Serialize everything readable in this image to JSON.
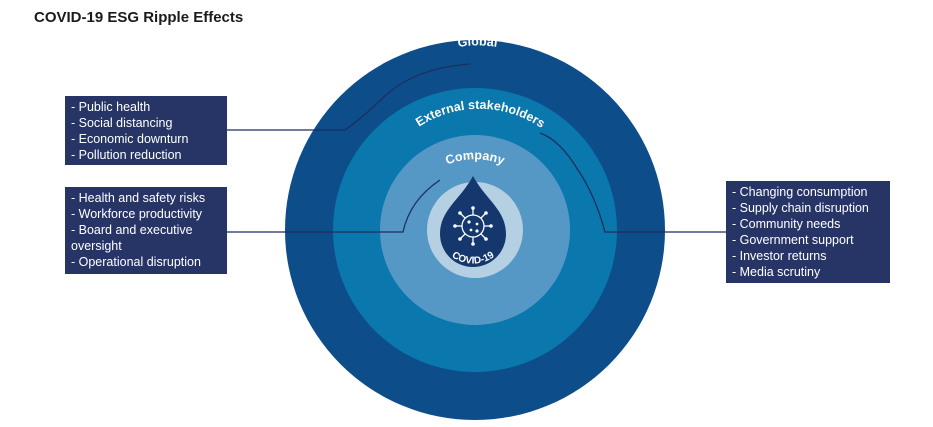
{
  "title": "COVID-19 ESG Ripple Effects",
  "rings": {
    "global": "Global",
    "external": "External stakeholders",
    "company": "Company",
    "center": "COVID-19"
  },
  "boxes": {
    "global": [
      "- Public health",
      "- Social distancing",
      "- Economic downturn",
      "- Pollution reduction"
    ],
    "company": [
      "- Health and safety risks",
      "- Workforce productivity",
      "- Board and executive",
      "oversight",
      "- Operational disruption"
    ],
    "external": [
      "- Changing consumption",
      "- Supply chain disruption",
      "- Community needs",
      "- Government support",
      "- Investor returns",
      "- Media scrutiny"
    ]
  },
  "colors": {
    "global_ring": "#0d4d8a",
    "external_ring": "#0a77ad",
    "company_ring": "#5598c6",
    "inner_ring": "#b5cfe3",
    "drop": "#14386d",
    "box": "#263566",
    "connector": "#1e2f5e"
  },
  "icons": {
    "center": "virus-drop-icon"
  }
}
